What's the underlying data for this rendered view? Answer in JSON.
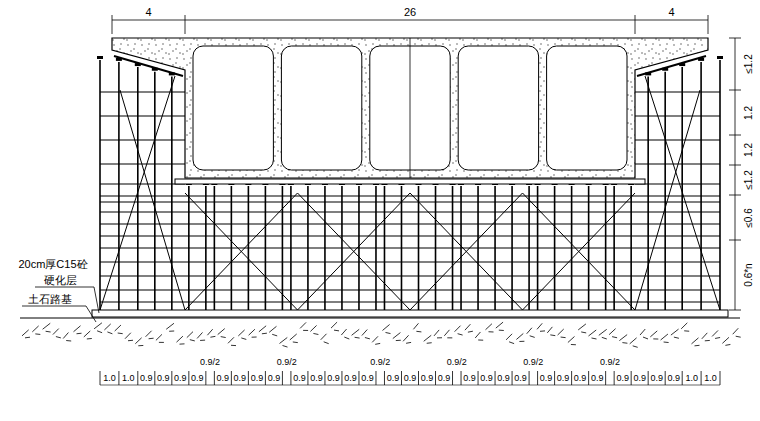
{
  "diagram": {
    "labels": [
      "4",
      "26",
      "4",
      "≤1.2",
      "1.2",
      "1.2",
      "≤1.2",
      "≤0.6",
      "0.6*n",
      "20cm厚C15砼",
      "硬化层",
      "土石路基",
      "1.0",
      "1.0",
      "0.9",
      "0.9",
      "0.9",
      "0.9",
      "0.9/2",
      "0.9",
      "0.9",
      "0.9",
      "0.9",
      "0.9/2",
      "0.9",
      "0.9",
      "0.9",
      "0.9",
      "0.9",
      "0.9/2",
      "0.9",
      "0.9",
      "0.9",
      "0.9",
      "0.9/2",
      "0.9",
      "0.9",
      "0.9",
      "0.9",
      "0.9/2",
      "0.9",
      "0.9",
      "0.9",
      "0.9",
      "0.9/2",
      "0.9",
      "0.9",
      "0.9",
      "0.9",
      "1.0",
      "1.0"
    ]
  }
}
